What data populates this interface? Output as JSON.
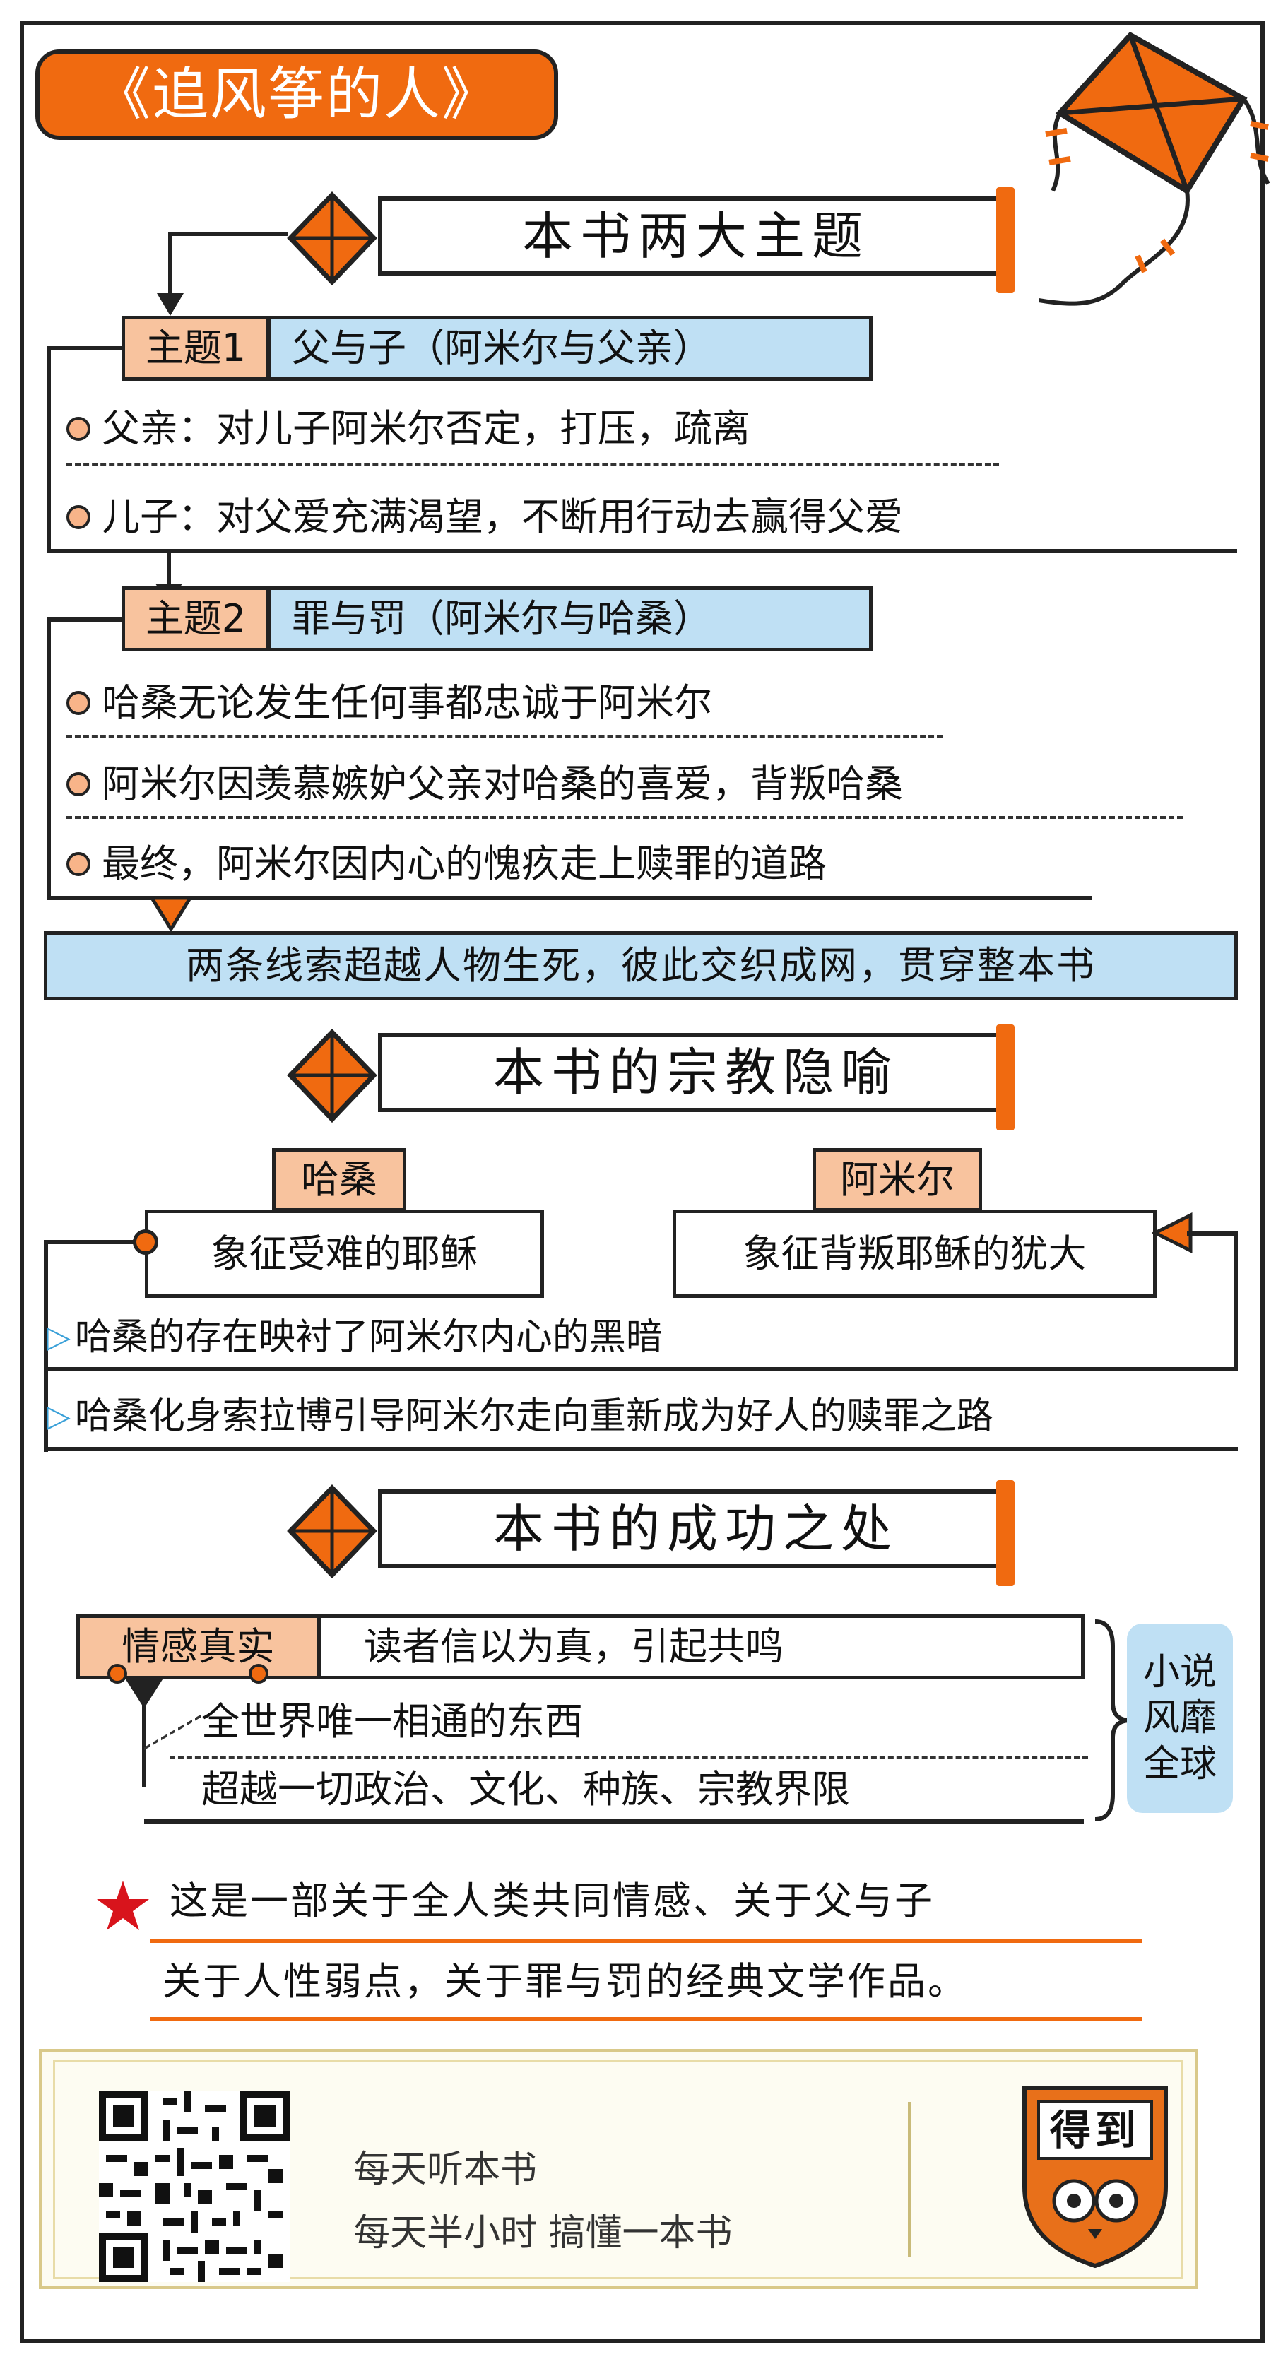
{
  "title": "《追风筝的人》",
  "sections": [
    {
      "heading": "本书两大主题"
    },
    {
      "heading": "本书的宗教隐喻"
    },
    {
      "heading": "本书的成功之处"
    }
  ],
  "theme1": {
    "tag": "主题1",
    "title": "父与子（阿米尔与父亲）",
    "items": [
      "父亲：对儿子阿米尔否定，打压，疏离",
      "儿子：对父爱充满渴望，不断用行动去赢得父爱"
    ]
  },
  "theme2": {
    "tag": "主题2",
    "title": "罪与罚（阿米尔与哈桑）",
    "items": [
      "哈桑无论发生任何事都忠诚于阿米尔",
      "阿米尔因羡慕嫉妒父亲对哈桑的喜爱，背叛哈桑",
      "最终，阿米尔因内心的愧疚走上赎罪的道路"
    ]
  },
  "summary": "两条线索超越人物生死，彼此交织成网，贯穿整本书",
  "religion": {
    "hassan_tag": "哈桑",
    "hassan_text": "象征受难的耶稣",
    "amir_tag": "阿米尔",
    "amir_text": "象征背叛耶稣的犹大",
    "points": [
      "哈桑的存在映衬了阿米尔内心的黑暗",
      "哈桑化身索拉博引导阿米尔走向重新成为好人的赎罪之路"
    ]
  },
  "success": {
    "tag": "情感真实",
    "main": "读者信以为真，引起共鸣",
    "points": [
      "全世界唯一相通的东西",
      "超越一切政治、文化、种族、宗教界限"
    ],
    "result": "小说风靡全球"
  },
  "conclusion": [
    "这是一部关于全人类共同情感、关于父与子",
    "关于人性弱点，关于罪与罚的经典文学作品。"
  ],
  "footer": {
    "line1": "每天听本书",
    "line2": "每天半小时 搞懂一本书",
    "logo": "得到"
  },
  "colors": {
    "accent": "#f06a10",
    "tag_fill": "#f8c39e",
    "blue_fill": "#bfe0f4",
    "ink": "#222222"
  }
}
